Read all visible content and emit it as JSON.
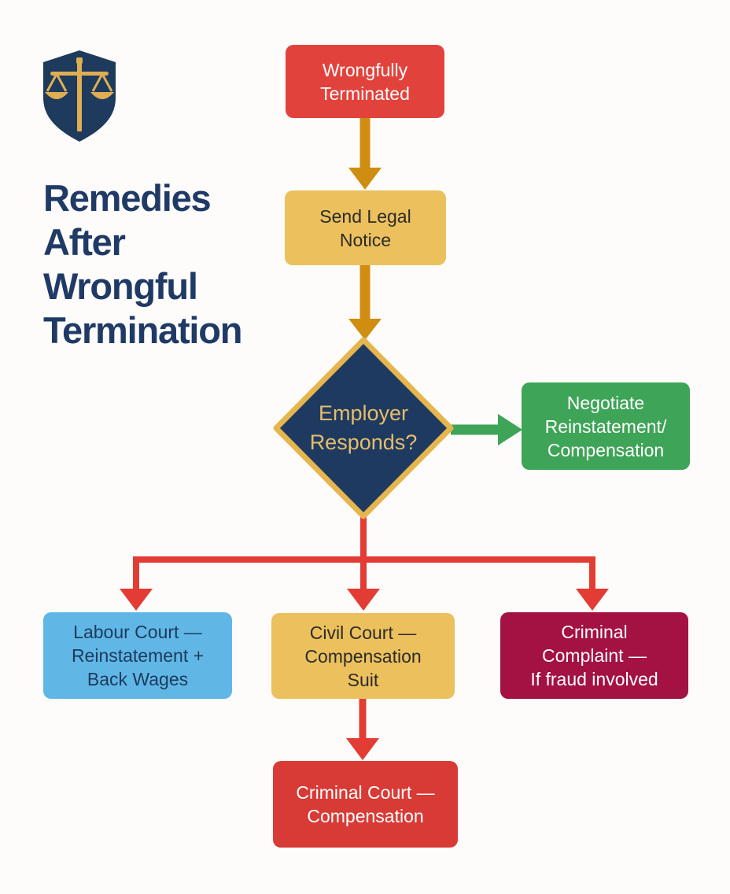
{
  "colors": {
    "background": "#FDFCFA",
    "title_navy": "#203A66",
    "shield_navy": "#1E3A5C",
    "shield_gold": "#DFAE52",
    "arrow_gold": "#CF8E11",
    "arrow_red": "#E23C34",
    "arrow_green": "#3EA457",
    "box_red": "#E2423C",
    "box_yellow": "#ECC05C",
    "box_green": "#3EA457",
    "box_blue": "#60B7E6",
    "box_maroon": "#A31243",
    "box_dark_red": "#D83B36",
    "diamond_navy": "#1F3A61",
    "diamond_gold_border": "#E5B54E",
    "diamond_gold_text": "#E5BD68",
    "dark_text": "#2B2B2B",
    "blue_box_text": "#1C3A5C",
    "white_text": "#FFFFFF"
  },
  "logo": {
    "icon": "scales-of-justice-shield-icon"
  },
  "title": {
    "lines": [
      "Remedies",
      "After",
      "Wrongful",
      "Termination"
    ]
  },
  "flow": {
    "start": {
      "lines": [
        "Wrongfully",
        "Terminated"
      ]
    },
    "notice": {
      "lines": [
        "Send Legal",
        "Notice"
      ]
    },
    "decision": {
      "lines": [
        "Employer",
        "Responds?"
      ]
    },
    "negotiate": {
      "lines": [
        "Negotiate",
        "Reinstatement/",
        "Compensation"
      ]
    },
    "labour": {
      "lines": [
        "Labour Court —",
        "Reinstatement +",
        "Back Wages"
      ]
    },
    "civil": {
      "lines": [
        "Civil Court —",
        "Compensation",
        "Suit"
      ]
    },
    "complaint": {
      "lines": [
        "Criminal",
        "Complaint —",
        "If fraud involved"
      ]
    },
    "criminal_court": {
      "lines": [
        "Criminal Court —",
        "Compensation"
      ]
    }
  }
}
